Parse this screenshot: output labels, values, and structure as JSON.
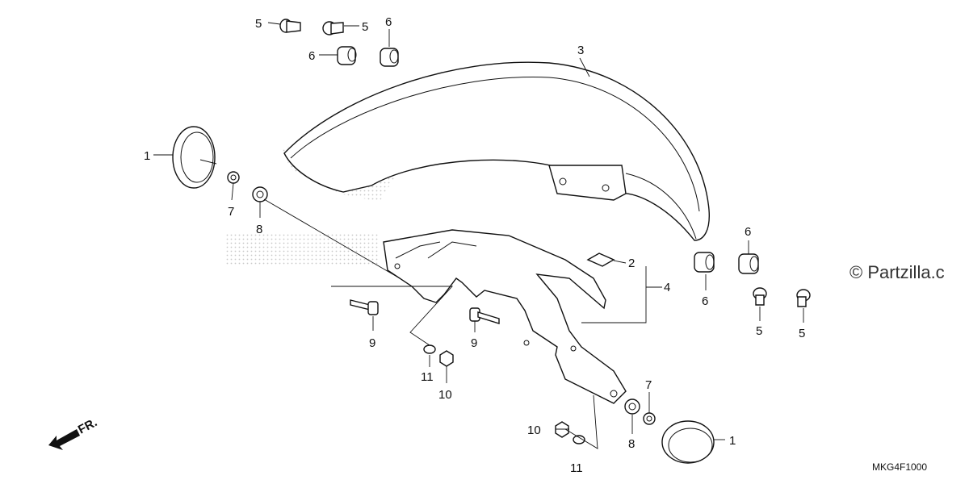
{
  "diagram": {
    "watermark": "© Partzilla.c",
    "diagram_code": "MKG4F1000",
    "direction_label": "FR.",
    "footnote": "",
    "callouts": {
      "c1a": "1",
      "c1b": "1",
      "c2": "2",
      "c3": "3",
      "c4": "4",
      "c5a": "5",
      "c5b": "5",
      "c5c": "5",
      "c5d": "5",
      "c6a": "6",
      "c6b": "6",
      "c6c": "6",
      "c6d": "6",
      "c7a": "7",
      "c7b": "7",
      "c8a": "8",
      "c8b": "8",
      "c9a": "9",
      "c9b": "9",
      "c10a": "10",
      "c10b": "10",
      "c11a": "11",
      "c11b": "11"
    }
  }
}
